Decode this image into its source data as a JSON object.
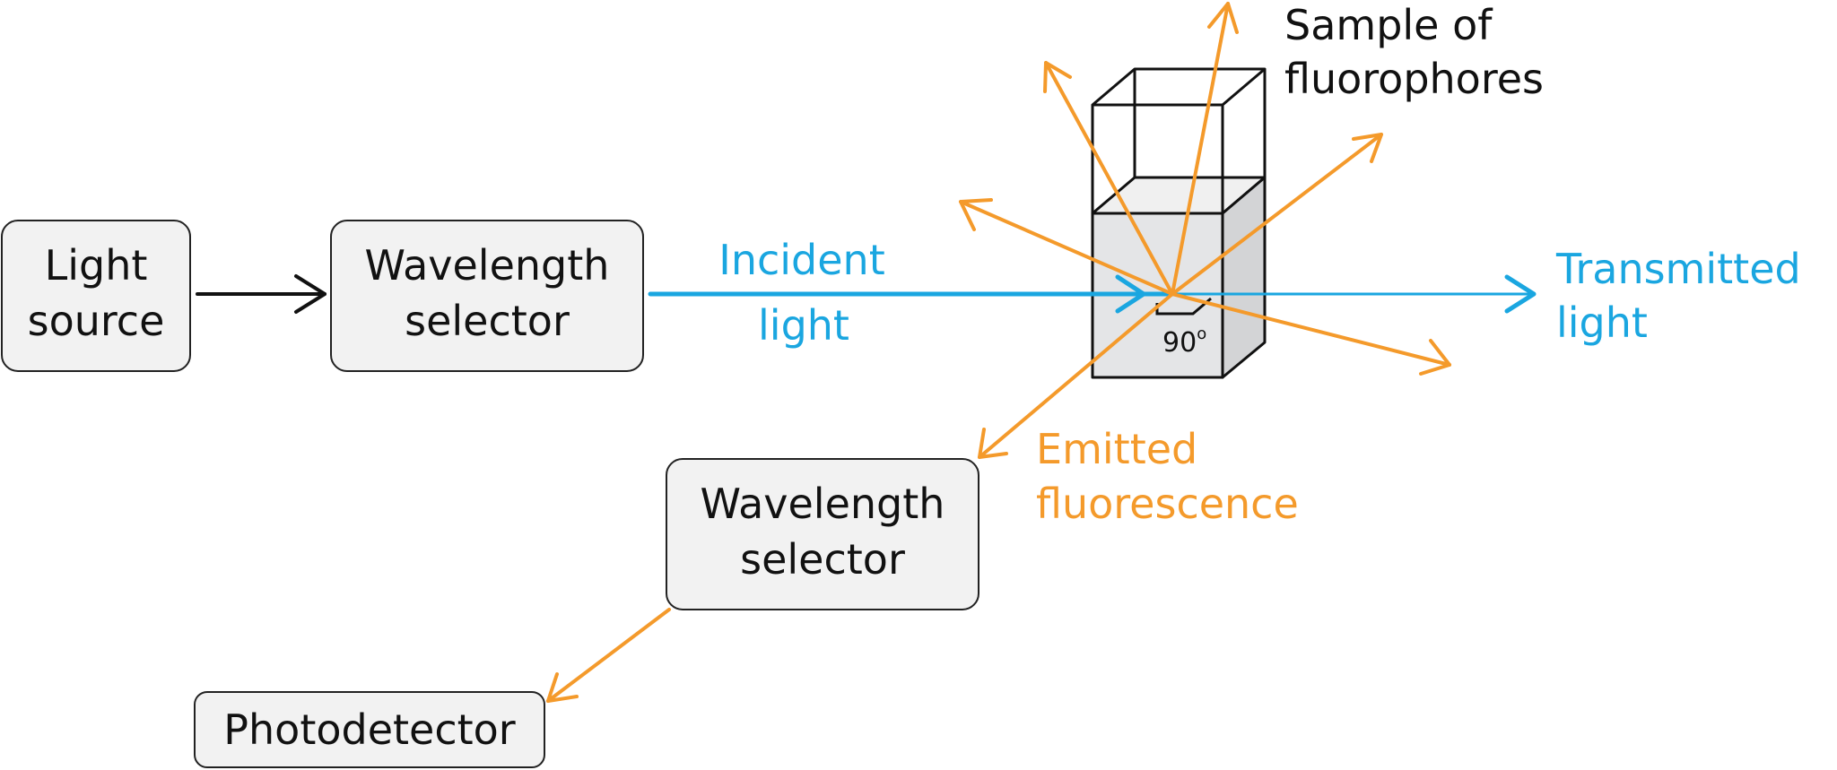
{
  "colors": {
    "incident": "#1aa6e0",
    "emitted": "#f49a2b",
    "box_fill": "#f2f2f2",
    "outline": "#222222",
    "liquid": "#e4e5e7"
  },
  "boxes": {
    "light_source": {
      "line1": "Light",
      "line2": "source"
    },
    "wavelength_selector_1": {
      "line1": "Wavelength",
      "line2": "selector"
    },
    "wavelength_selector_2": {
      "line1": "Wavelength",
      "line2": "selector"
    },
    "photodetector": {
      "label": "Photodetector"
    }
  },
  "labels": {
    "incident_line1": "Incident",
    "incident_line2": "light",
    "transmitted_line1": "Transmitted",
    "transmitted_line2": "light",
    "emitted_line1": "Emitted",
    "emitted_line2": "fluorescence",
    "sample_line1": "Sample of",
    "sample_line2": "fluorophores",
    "angle_value": "90",
    "angle_unit": "o"
  }
}
